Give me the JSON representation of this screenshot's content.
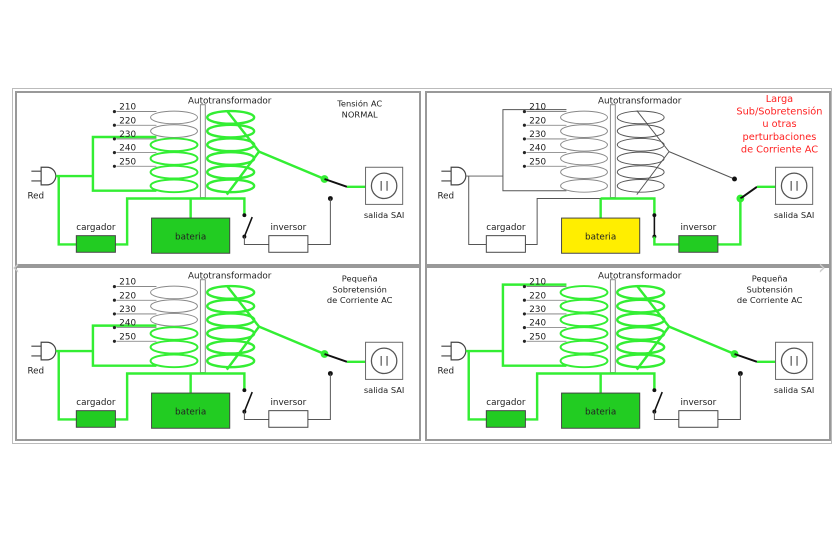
{
  "colors": {
    "active": "#33ee33",
    "box_active": "#22cc22",
    "battery_yellow": "#ffee00",
    "wire": "#555555",
    "alert": "#ff2222"
  },
  "labels": {
    "transformer": "Autotransformador",
    "mains": "Red",
    "charger": "cargador",
    "battery": "bateria",
    "inverter": "inversor",
    "output": "salida SAI",
    "taps": [
      "210",
      "220",
      "230",
      "240",
      "250"
    ]
  },
  "panels": [
    {
      "status": [
        "Tensión AC",
        "NORMAL"
      ],
      "mode": "line",
      "tap": 2,
      "alert": false
    },
    {
      "status": [
        "Larga",
        "Sub/Sobretensión",
        "u otras",
        "perturbaciones",
        "de Corriente AC"
      ],
      "mode": "battery",
      "tap": 0,
      "alert": true
    },
    {
      "status": [
        "Pequeña",
        "Sobretensión",
        "de Corriente AC"
      ],
      "mode": "line",
      "tap": 3,
      "alert": false
    },
    {
      "status": [
        "Pequeña",
        "Subtensión",
        "de Corriente AC"
      ],
      "mode": "line",
      "tap": 0,
      "alert": false
    }
  ],
  "nav": {
    "prev": "‹",
    "next": "›"
  }
}
